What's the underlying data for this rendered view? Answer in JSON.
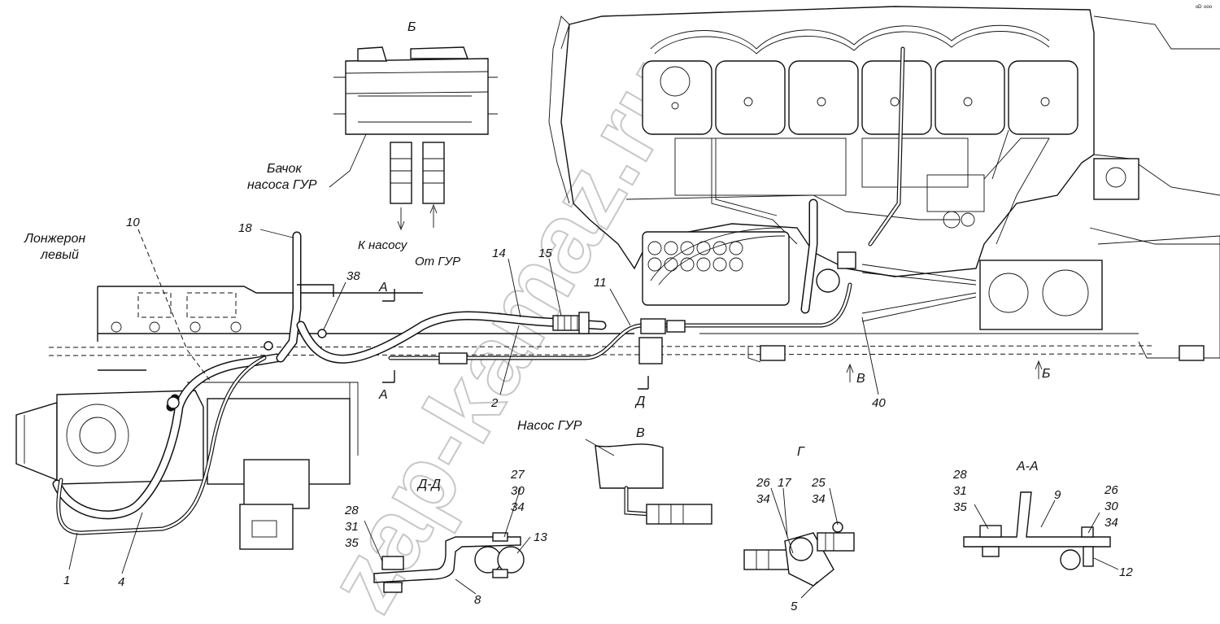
{
  "views": {
    "b_title": "Б",
    "v_title": "В",
    "g_title": "Г",
    "dd_title": "Д-Д",
    "aa_title": "А-А"
  },
  "captions": {
    "tank_line1": "Бачок",
    "tank_line2": "насоса ГУР",
    "to_pump": "К насосу",
    "from_gur": "От ГУР",
    "frame_line1": "Лонжерон",
    "frame_line2": "левый",
    "pump": "Насос ГУР"
  },
  "section_marks": {
    "a_top": "А",
    "a_bottom": "А",
    "d": "Д",
    "v": "В",
    "b": "Б"
  },
  "callouts": {
    "n1": "1",
    "n2": "2",
    "n4": "4",
    "n10": "10",
    "n11": "11",
    "n14": "14",
    "n15": "15",
    "n18": "18",
    "n38": "38",
    "n40": "40",
    "dd_28": "28",
    "dd_31": "31",
    "dd_35": "35",
    "dd_27": "27",
    "dd_30": "30",
    "dd_34": "34",
    "dd_13": "13",
    "dd_8": "8",
    "g_26": "26",
    "g_34a": "34",
    "g_17": "17",
    "g_25": "25",
    "g_34b": "34",
    "g_5": "5",
    "aa_28": "28",
    "aa_31": "31",
    "aa_35": "35",
    "aa_9": "9",
    "aa_26": "26",
    "aa_30": "30",
    "aa_34": "34",
    "aa_12": "12"
  },
  "watermark": "zap-kamaz.ru",
  "corner_mark": "ᵒᴰ ᵒᵒᵒ"
}
